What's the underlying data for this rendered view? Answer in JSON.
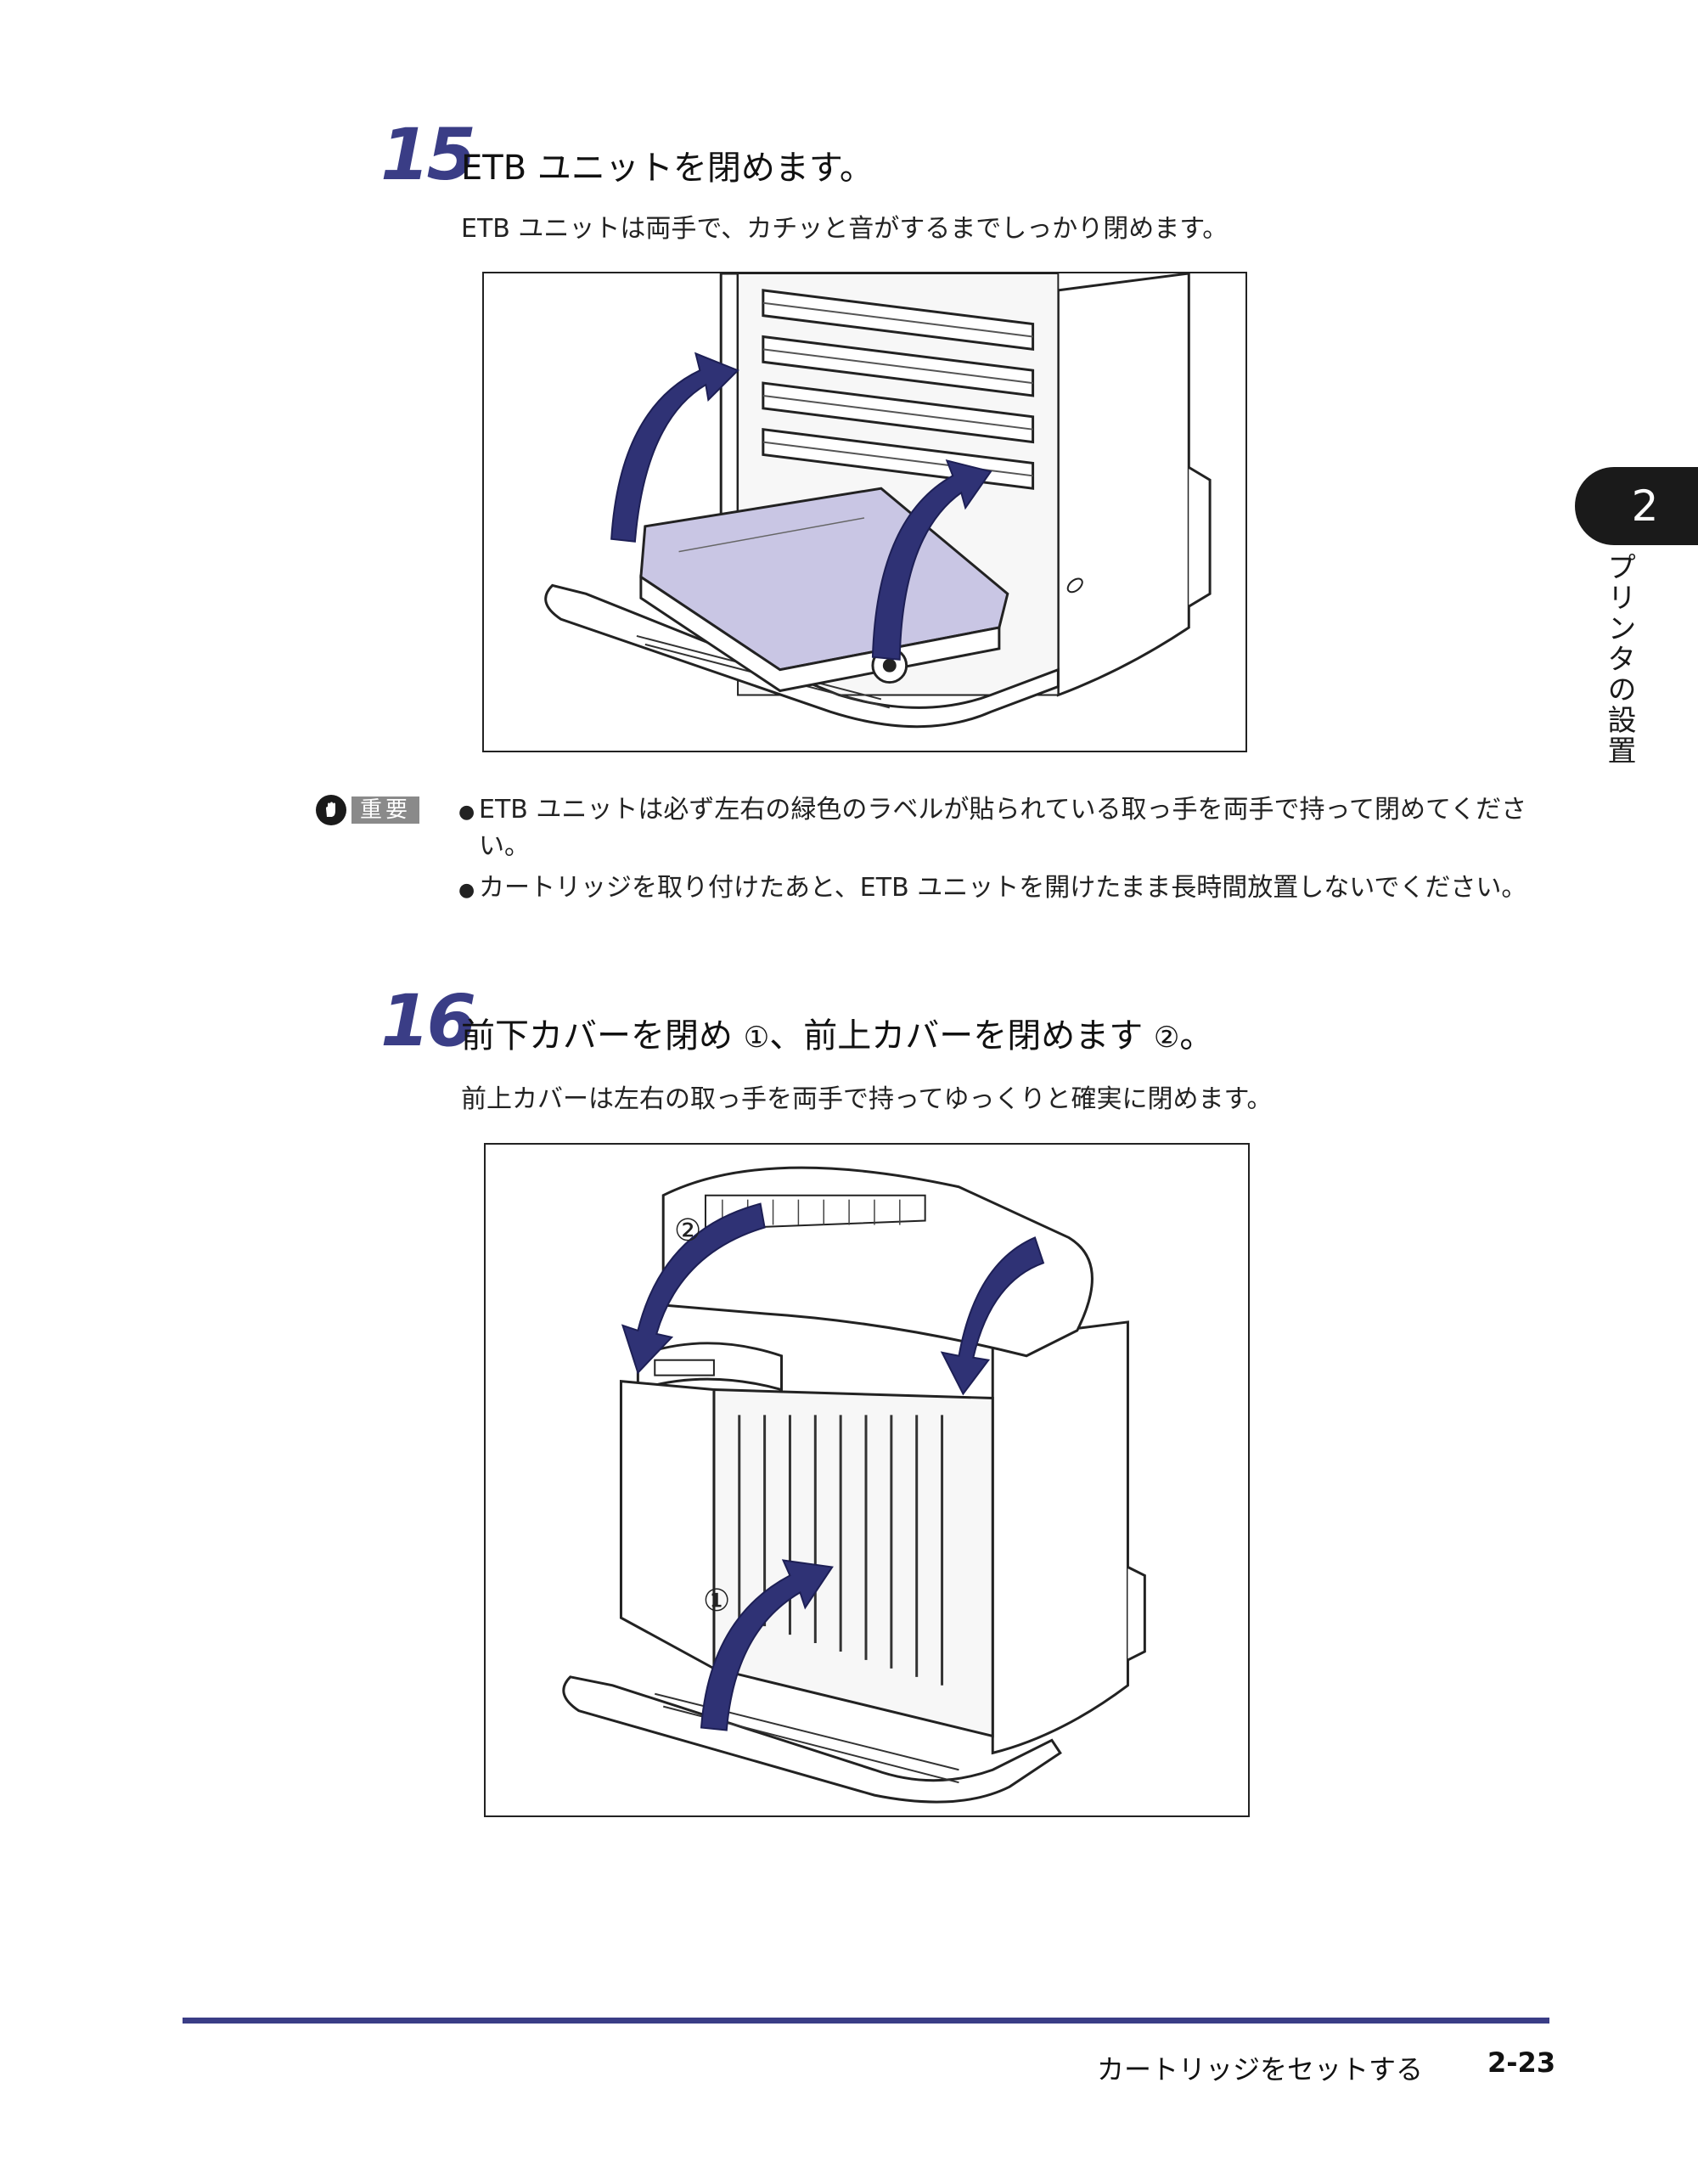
{
  "steps": [
    {
      "number": "15",
      "title": "ETB ユニットを閉めます。",
      "description": "ETB ユニットは両手で、カチッと音がするまでしっかり閉めます。"
    },
    {
      "number": "16",
      "title_part1": "前下カバーを閉め",
      "marker1": "①",
      "title_part2": "、前上カバーを閉めます",
      "marker2": "②",
      "title_part3": "。",
      "description": "前上カバーは左右の取っ手を両手で持ってゆっくりと確実に閉めます。"
    }
  ],
  "figure2": {
    "callout1": "①",
    "callout2": "②"
  },
  "important": {
    "label": "重要",
    "notes": [
      "ETB ユニットは必ず左右の緑色のラベルが貼られている取っ手を両手で持って閉めてください。",
      "カートリッジを取り付けたあと、ETB ユニットを開けたまま長時間放置しないでください。"
    ]
  },
  "chapter": {
    "number": "2",
    "title": "プリンタの設置"
  },
  "footer": {
    "section": "カートリッジをセットする",
    "page": "2-23"
  },
  "colors": {
    "accent": "#3a3d86",
    "arrow": "#2f3275",
    "etb_fill": "#c9c6e4"
  }
}
